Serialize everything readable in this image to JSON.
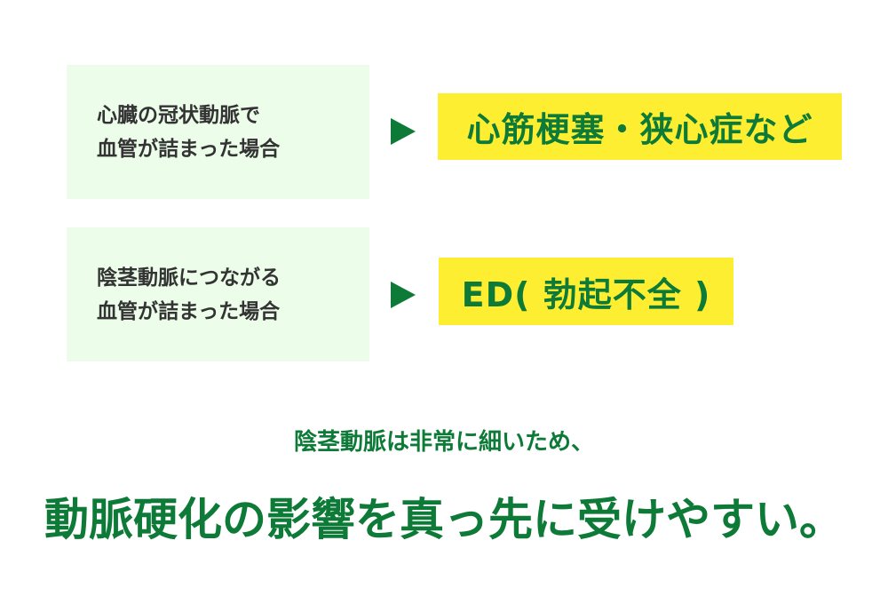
{
  "comparisons": [
    {
      "condition_lines": [
        "心臓の冠状動脈で",
        "血管が詰まった場合"
      ],
      "result": "心筋梗塞・狭心症など"
    },
    {
      "condition_lines": [
        "陰茎動脈につながる",
        "血管が詰まった場合"
      ],
      "result": "ED( 勃起不全 )"
    }
  ],
  "arrow_icon": "right-triangle-arrow",
  "summary": {
    "subtitle": "陰茎動脈は非常に細いため、",
    "headline": "動脈硬化の影響を真っ先に受けやすい。"
  },
  "colors": {
    "condition_box_bg": "#ecfdea",
    "condition_text": "#333333",
    "accent_green": "#0e7a38",
    "highlight_yellow": "#fdee32",
    "background": "#ffffff"
  }
}
